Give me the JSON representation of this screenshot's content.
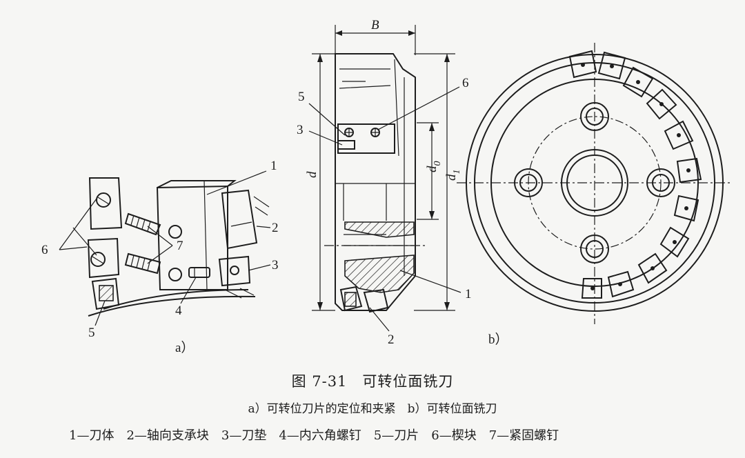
{
  "figure": {
    "number": "图 7-31",
    "title": "可转位面铣刀",
    "subcaption": "a）可转位刀片的定位和夹紧　b）可转位面铣刀",
    "legend": "1—刀体　2—轴向支承块　3—刀垫　4—内六角螺钉　5—刀片　6—楔块　7—紧固螺钉"
  },
  "view_a": {
    "panel_label": "a）",
    "callouts": [
      "1",
      "2",
      "3",
      "4",
      "5",
      "6",
      "7"
    ]
  },
  "view_b_section": {
    "callouts": [
      "5",
      "6",
      "3",
      "1",
      "2"
    ],
    "dimensions": {
      "width": "B",
      "diameter": "d",
      "d0_main": "d",
      "d0_sub": "0",
      "d1_main": "d",
      "d1_sub": "1"
    }
  },
  "view_b_plan": {
    "panel_label": "b）"
  }
}
